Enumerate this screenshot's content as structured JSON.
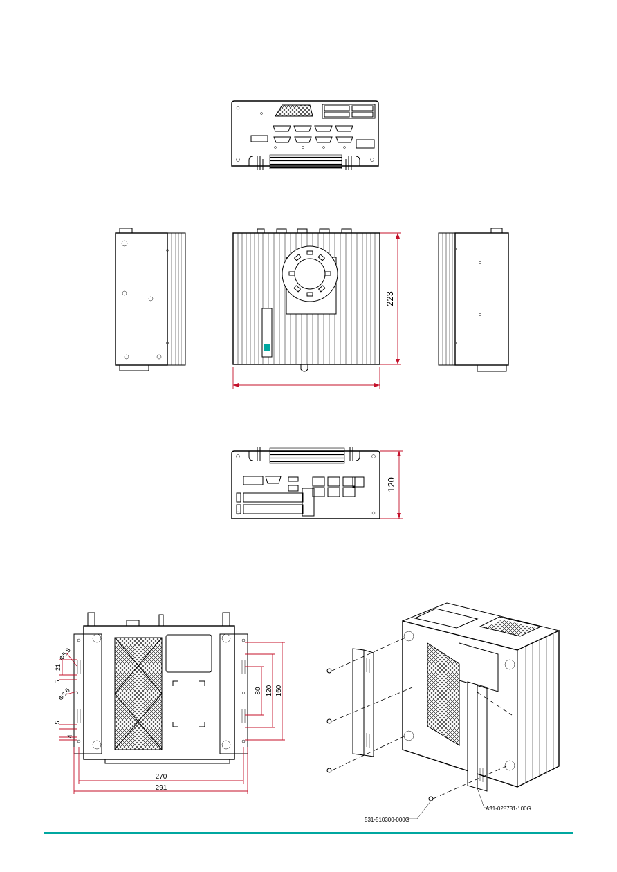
{
  "views": {
    "front": {},
    "left": {},
    "top": {
      "width_dim": "",
      "depth_dim": "223"
    },
    "right": {},
    "rear": {
      "height_dim": "120"
    },
    "bottom": {
      "dims": [
        "21",
        "5",
        "5",
        "4",
        "80",
        "120",
        "160",
        "270",
        "291"
      ],
      "hole_a": "Φ5.5",
      "hole_b": "Φ3.6"
    },
    "exploded": {
      "screw_part": "531-510300-000G",
      "bracket_part": "A31-028731-100G"
    }
  },
  "colors": {
    "dimension": "#c4102a",
    "accent": "#00a7a0",
    "line": "#000000"
  },
  "footer": {}
}
